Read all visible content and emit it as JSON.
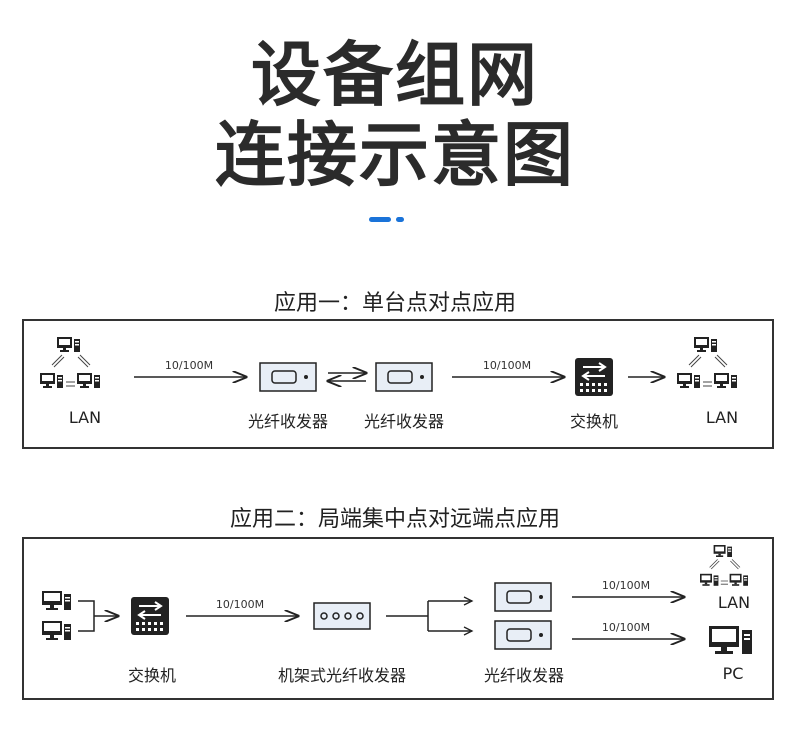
{
  "heading": {
    "line1": "设备组网",
    "line2": "连接示意图"
  },
  "accent_color": "#1a73d9",
  "app1": {
    "title": "应用一：单台点对点应用",
    "lan_left": "LAN",
    "speed_1": "10/100M",
    "transceiver_a": "光纤收发器",
    "transceiver_b": "光纤收发器",
    "speed_2": "10/100M",
    "switch": "交换机",
    "lan_right": "LAN"
  },
  "app2": {
    "title": "应用二：局端集中点对远端点应用",
    "switch": "交换机",
    "speed_1": "10/100M",
    "rack": "机架式光纤收发器",
    "transceiver": "光纤收发器",
    "speed_top": "10/100M",
    "lan": "LAN",
    "speed_bottom": "10/100M",
    "pc": "PC"
  }
}
